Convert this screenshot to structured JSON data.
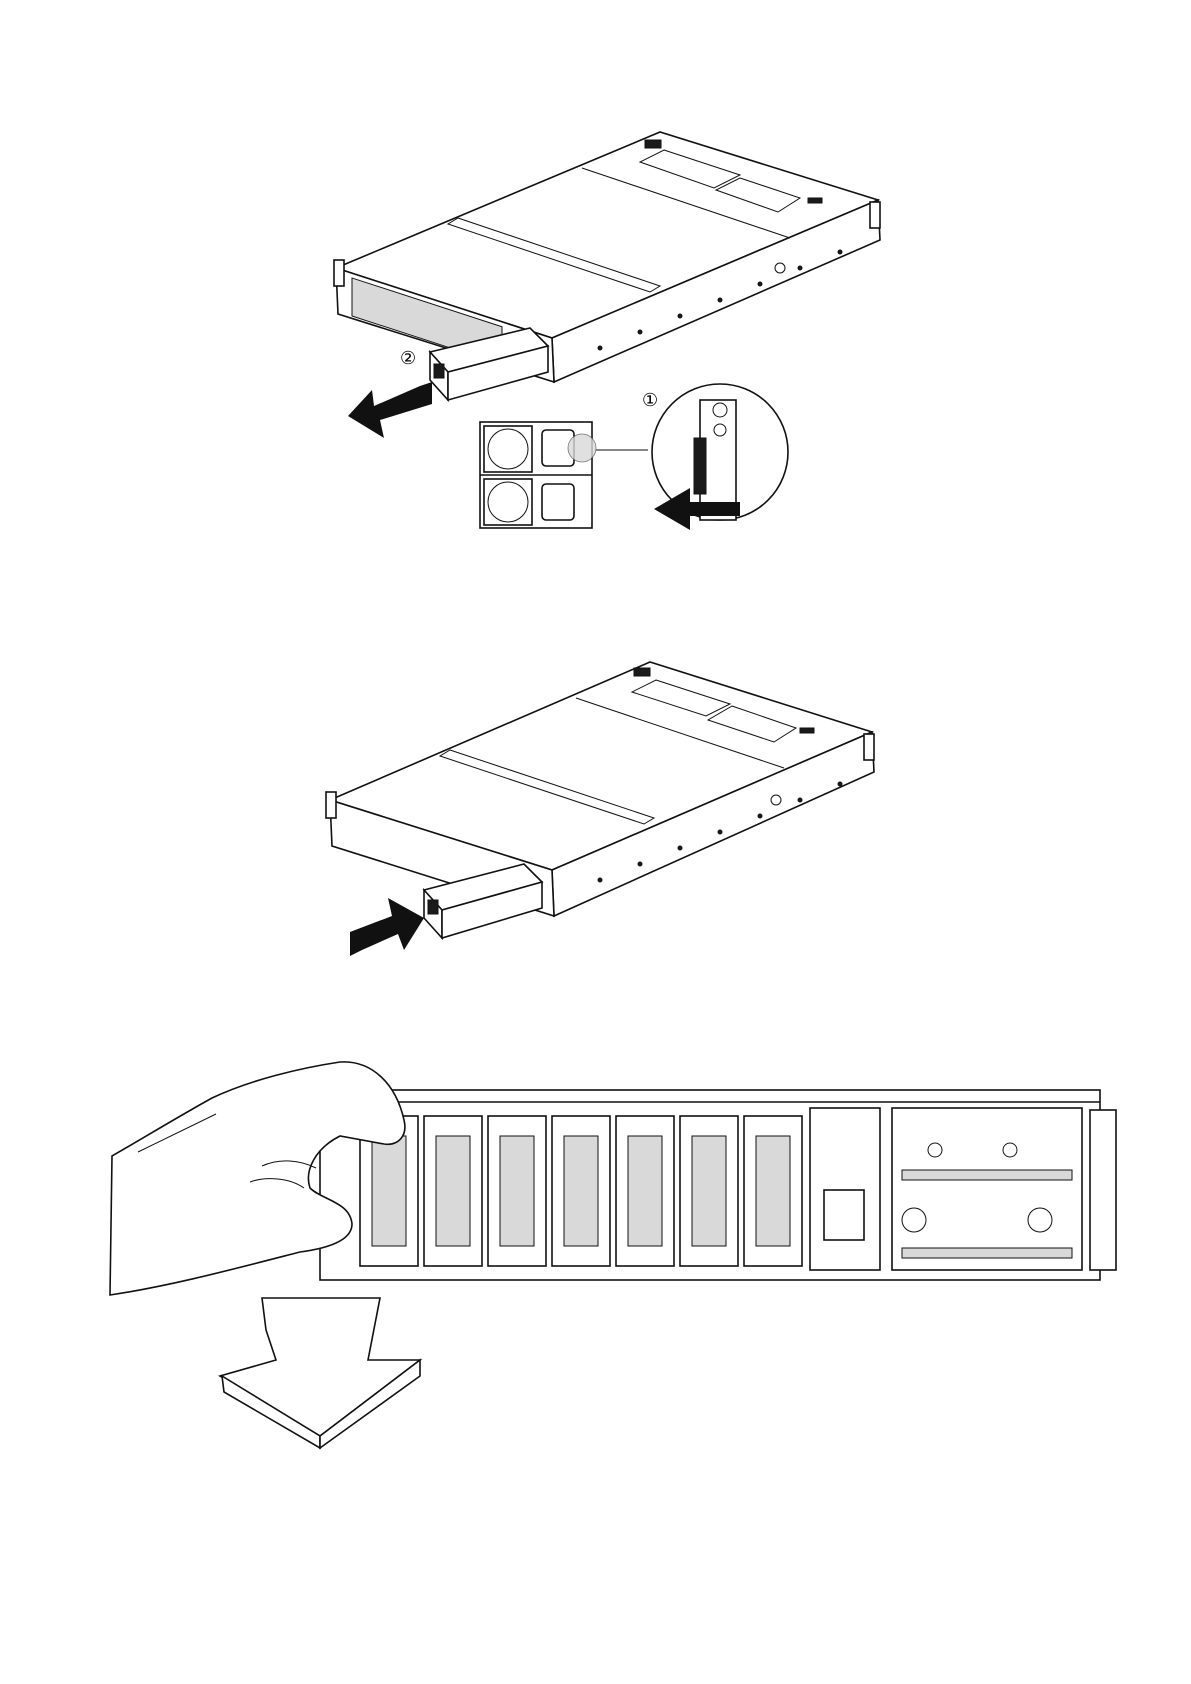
{
  "figure1": {
    "callout_step1": "①",
    "callout_step2": "②",
    "arrows": [
      "pull-out-arrow",
      "latch-press-arrow"
    ]
  },
  "figure2": {
    "arrows": [
      "push-in-arrow"
    ]
  },
  "figure3": {
    "arrows": [
      "downward-block-arrow"
    ],
    "fan_module_count": 7
  },
  "colors": {
    "line": "#111111",
    "fill": "#ffffff",
    "arrow": "#111111",
    "highlight": "#d9d9d9"
  }
}
